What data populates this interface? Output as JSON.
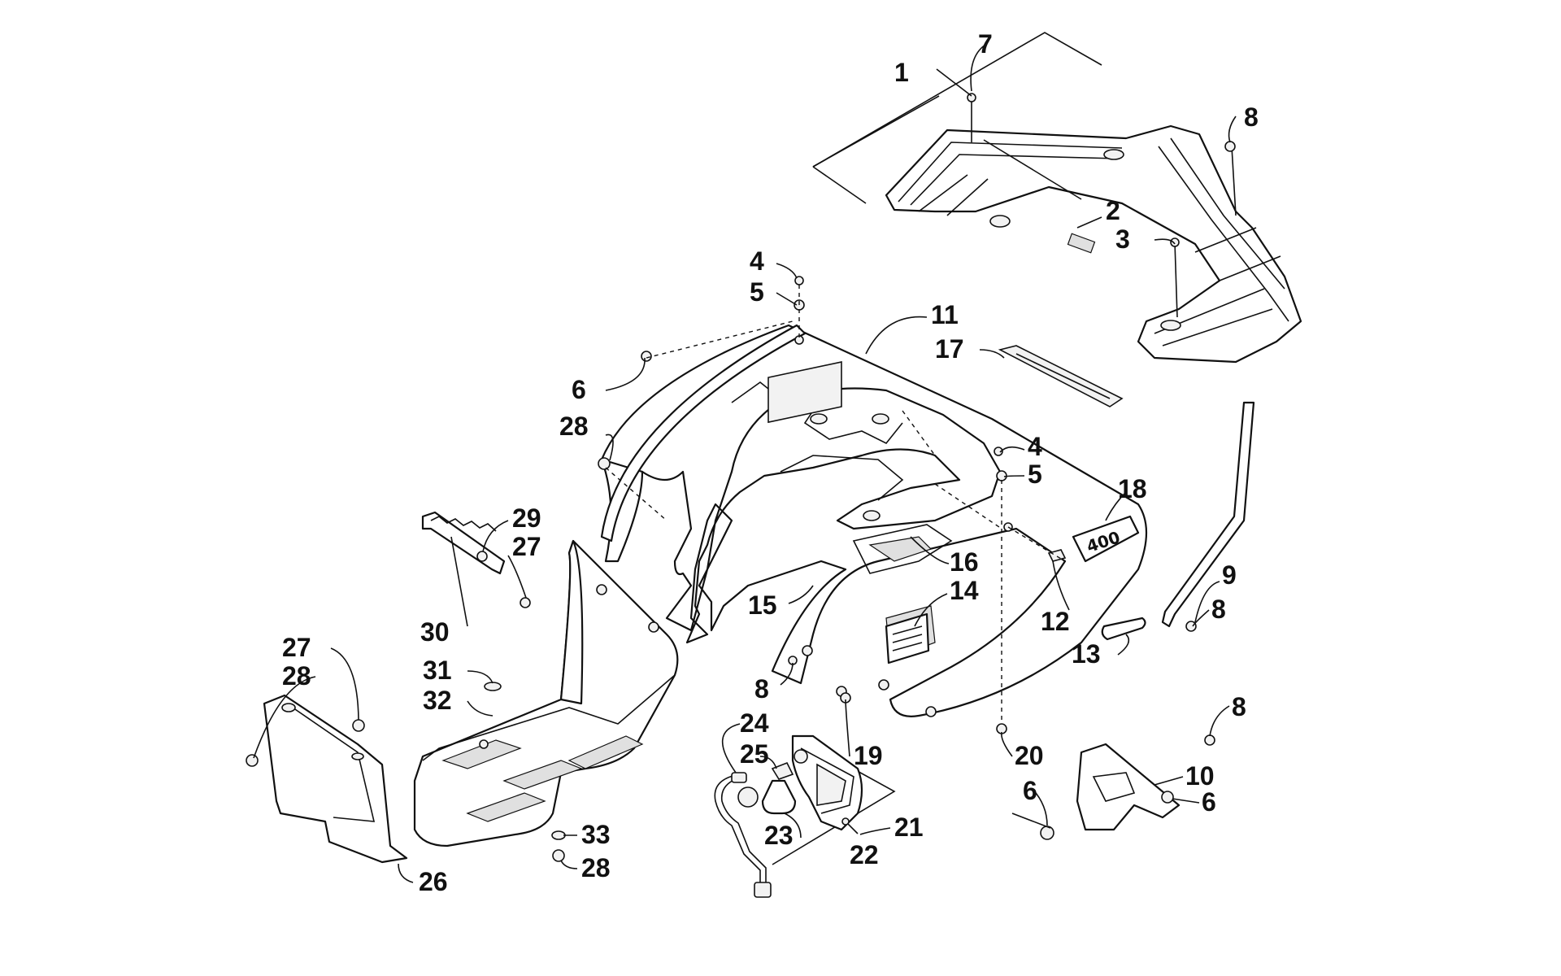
{
  "diagram": {
    "labels": [
      {
        "id": "l1",
        "text": "1"
      },
      {
        "id": "l7",
        "text": "7"
      },
      {
        "id": "l8a",
        "text": "8"
      },
      {
        "id": "l2",
        "text": "2"
      },
      {
        "id": "l3",
        "text": "3"
      },
      {
        "id": "l4a",
        "text": "4"
      },
      {
        "id": "l5a",
        "text": "5"
      },
      {
        "id": "l11",
        "text": "11"
      },
      {
        "id": "l17",
        "text": "17"
      },
      {
        "id": "l6a",
        "text": "6"
      },
      {
        "id": "l28a",
        "text": "28"
      },
      {
        "id": "l4b",
        "text": "4"
      },
      {
        "id": "l5b",
        "text": "5"
      },
      {
        "id": "l18",
        "text": "18"
      },
      {
        "id": "l29",
        "text": "29"
      },
      {
        "id": "l27a",
        "text": "27"
      },
      {
        "id": "l16",
        "text": "16"
      },
      {
        "id": "l14",
        "text": "14"
      },
      {
        "id": "l15",
        "text": "15"
      },
      {
        "id": "l30",
        "text": "30"
      },
      {
        "id": "l9",
        "text": "9"
      },
      {
        "id": "l8b",
        "text": "8"
      },
      {
        "id": "l12",
        "text": "12"
      },
      {
        "id": "l13",
        "text": "13"
      },
      {
        "id": "l27b",
        "text": "27"
      },
      {
        "id": "l28b",
        "text": "28"
      },
      {
        "id": "l31",
        "text": "31"
      },
      {
        "id": "l32",
        "text": "32"
      },
      {
        "id": "l8c",
        "text": "8"
      },
      {
        "id": "l24",
        "text": "24"
      },
      {
        "id": "l25",
        "text": "25"
      },
      {
        "id": "l19",
        "text": "19"
      },
      {
        "id": "l20",
        "text": "20"
      },
      {
        "id": "l8d",
        "text": "8"
      },
      {
        "id": "l10",
        "text": "10"
      },
      {
        "id": "l6b",
        "text": "6"
      },
      {
        "id": "l6c",
        "text": "6"
      },
      {
        "id": "l21",
        "text": "21"
      },
      {
        "id": "l23",
        "text": "23"
      },
      {
        "id": "l33",
        "text": "33"
      },
      {
        "id": "l22",
        "text": "22"
      },
      {
        "id": "l28c",
        "text": "28"
      },
      {
        "id": "l26",
        "text": "26"
      }
    ]
  }
}
